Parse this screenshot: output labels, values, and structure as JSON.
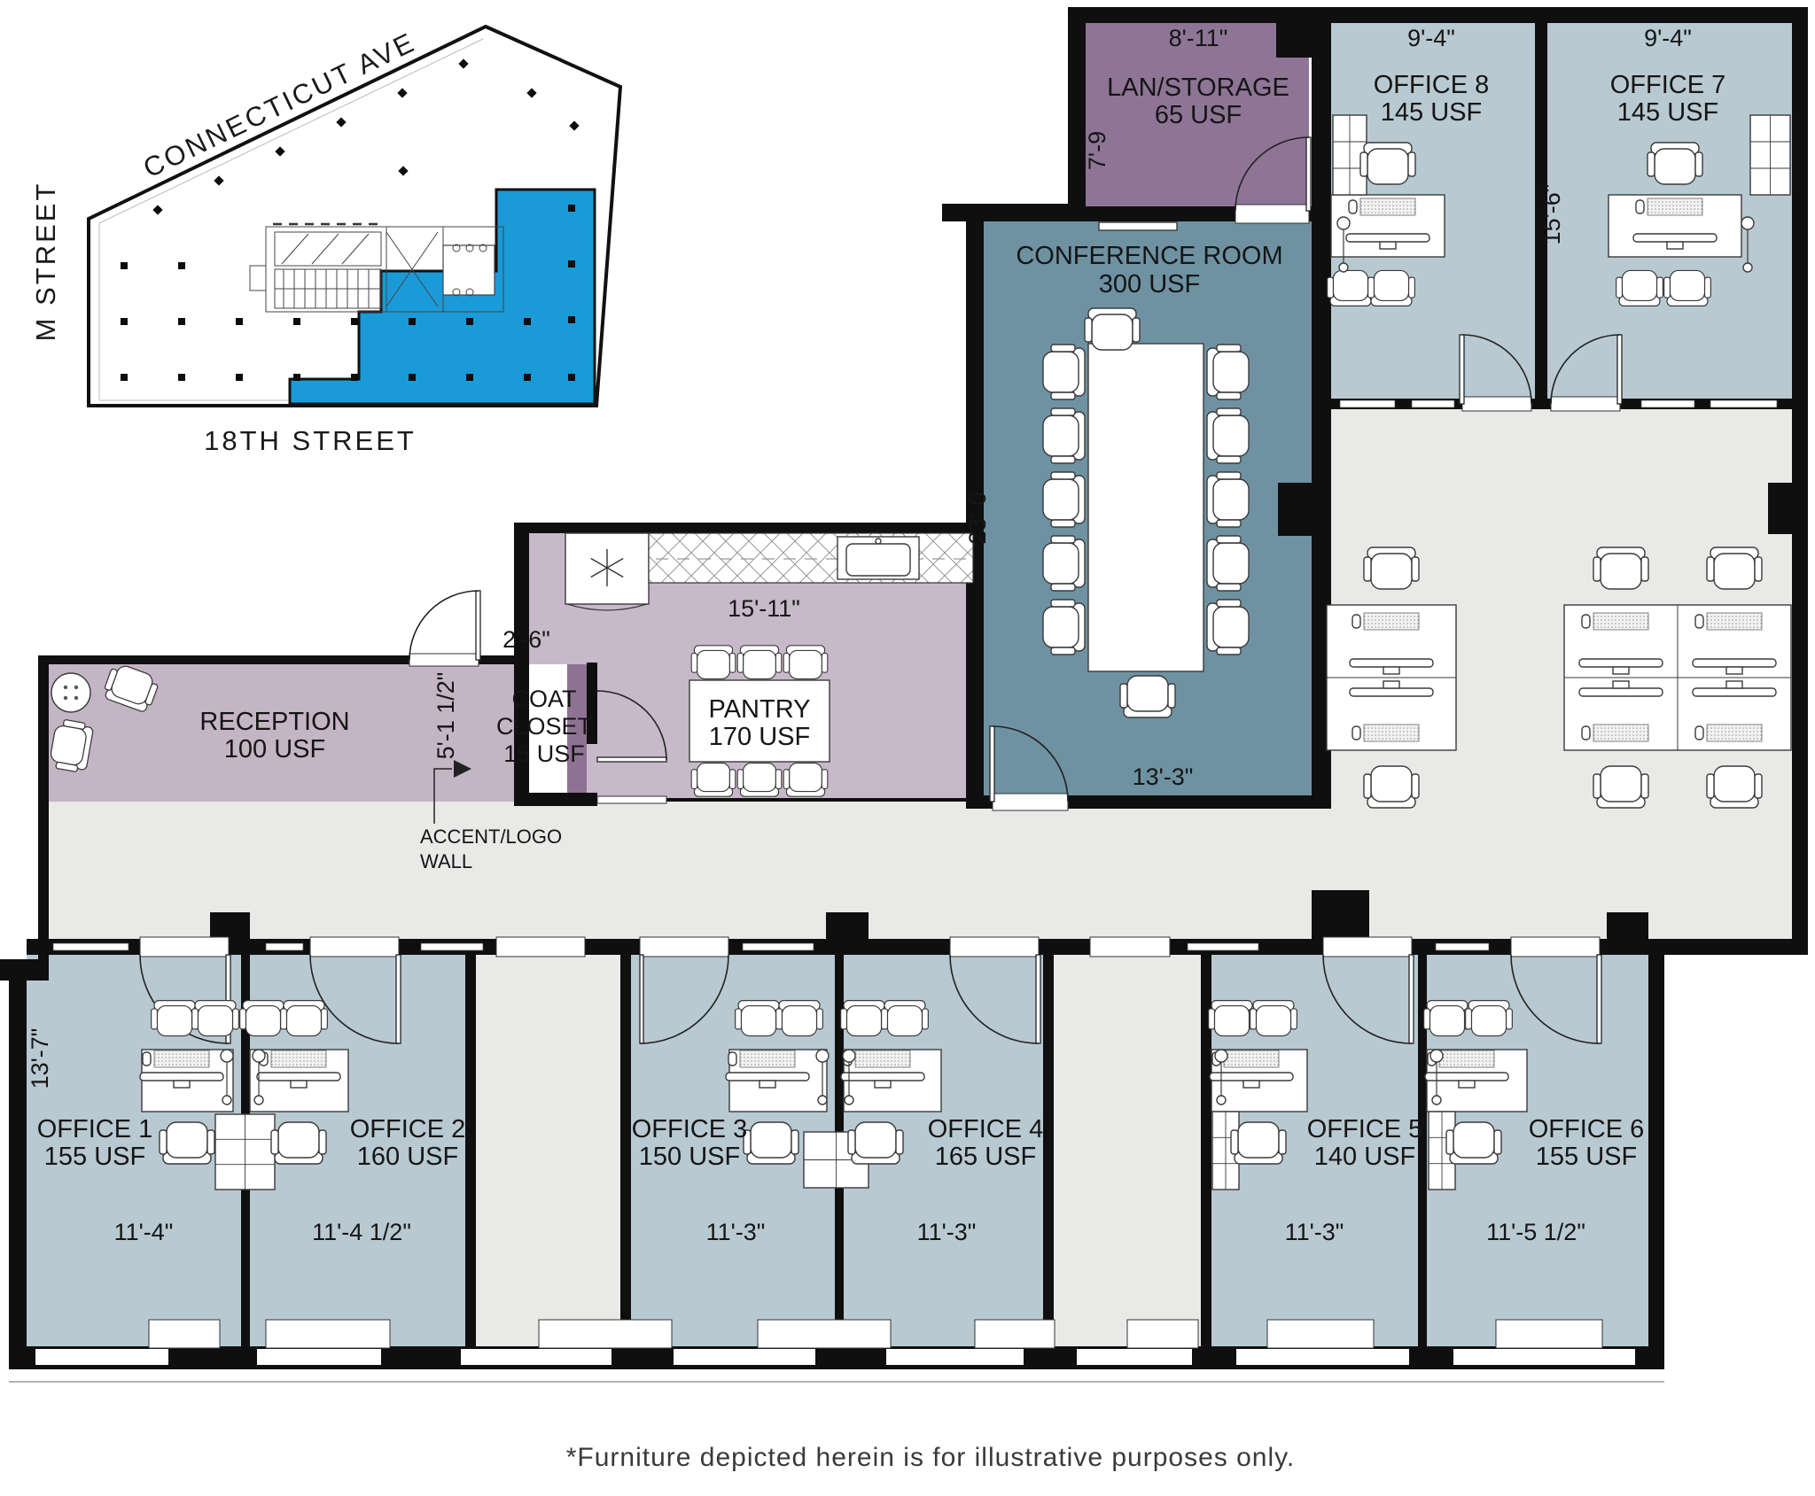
{
  "key_plan": {
    "avenue": "CONNECTICUT AVE",
    "street_left": "M STREET",
    "street_bottom": "18TH STREET"
  },
  "rooms": {
    "lan": {
      "name": "LAN/STORAGE",
      "area": "65 USF",
      "width": "8'-11\"",
      "depth": "7'-9"
    },
    "conference": {
      "name": "CONFERENCE ROOM",
      "area": "300 USF",
      "width": "13'-3\"",
      "depth": "23'-0"
    },
    "office8": {
      "name": "OFFICE 8",
      "area": "145 USF",
      "width": "9'-4\""
    },
    "office7": {
      "name": "OFFICE 7",
      "area": "145 USF",
      "width": "9'-4\"",
      "depth": "15'-6\""
    },
    "reception": {
      "name": "RECEPTION",
      "area": "100 USF"
    },
    "coat_closet": {
      "name_line1": "COAT",
      "name_line2": "CLOSET",
      "area": "15 USF",
      "width": "2'-6\"",
      "depth": "5'-1 1/2\""
    },
    "pantry": {
      "name": "PANTRY",
      "area": "170 USF",
      "width": "15'-11\""
    },
    "office1": {
      "name": "OFFICE 1",
      "area": "155 USF",
      "width": "11'-4\"",
      "depth": "13'-7\""
    },
    "office2": {
      "name": "OFFICE 2",
      "area": "160 USF",
      "width": "11'-4 1/2\""
    },
    "office3": {
      "name": "OFFICE 3",
      "area": "150 USF",
      "width": "11'-3\""
    },
    "office4": {
      "name": "OFFICE 4",
      "area": "165 USF",
      "width": "11'-3\""
    },
    "office5": {
      "name": "OFFICE 5",
      "area": "140 USF",
      "width": "11'-3\""
    },
    "office6": {
      "name": "OFFICE 6",
      "area": "155 USF",
      "width": "11'-5 1/2\""
    }
  },
  "annotations": {
    "accent_line1": "ACCENT/LOGO",
    "accent_line2": "WALL",
    "disclaimer": "*Furniture depicted herein is for illustrative purposes only."
  },
  "colors": {
    "wall": "#0f0f0f",
    "office_fill": "#b8c9d1",
    "conference_fill": "#6e92a2",
    "lan_fill": "#8e7596",
    "reception_fill": "#c4b5c5",
    "pantry_fill": "#c7b9c9",
    "accent_strip": "#8e7293",
    "open_area_fill": "#e9e9e8",
    "key_plan_highlight": "#1a9bd7"
  }
}
